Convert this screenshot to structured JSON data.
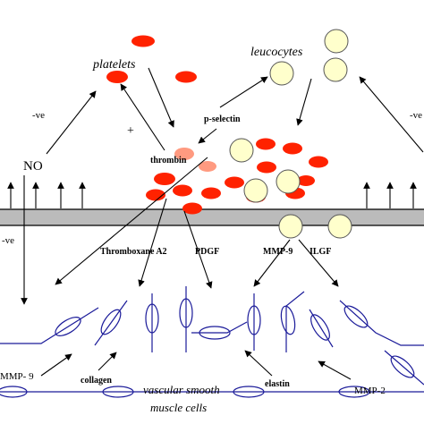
{
  "labels": {
    "platelets": "platelets",
    "leucocytes": "leucocytes",
    "p_selectin": "p-selectin",
    "thrombin": "thrombin",
    "no": "NO",
    "neg_top": "-ve",
    "neg_left": "-ve",
    "neg_right": "-ve",
    "plus": "+",
    "thromboxane": "Thromboxane A2",
    "pdgf": "PDGF",
    "mmp9": "MMP-9",
    "ilgf": "ILGF",
    "mmp9_bottom": "MMP- 9",
    "collagen": "collagen",
    "vsmc_line1": "vascular smooth",
    "vsmc_line2": "muscle cells",
    "elastin": "elastin",
    "mmp2": "MMP-2"
  },
  "colors": {
    "platelet": "#ff2200",
    "platelet_pale": "#ff9a80",
    "leucocyte_fill": "#ffffcc",
    "leucocyte_stroke": "#555555",
    "membrane": "#bbbbbb",
    "cell_outline": "#1a1a99",
    "line": "#000000"
  },
  "icons": {
    "platelet": "red-ellipse",
    "leucocyte": "pale-yellow-circle",
    "smooth_muscle_cell": "blue-outline-ellipse"
  }
}
